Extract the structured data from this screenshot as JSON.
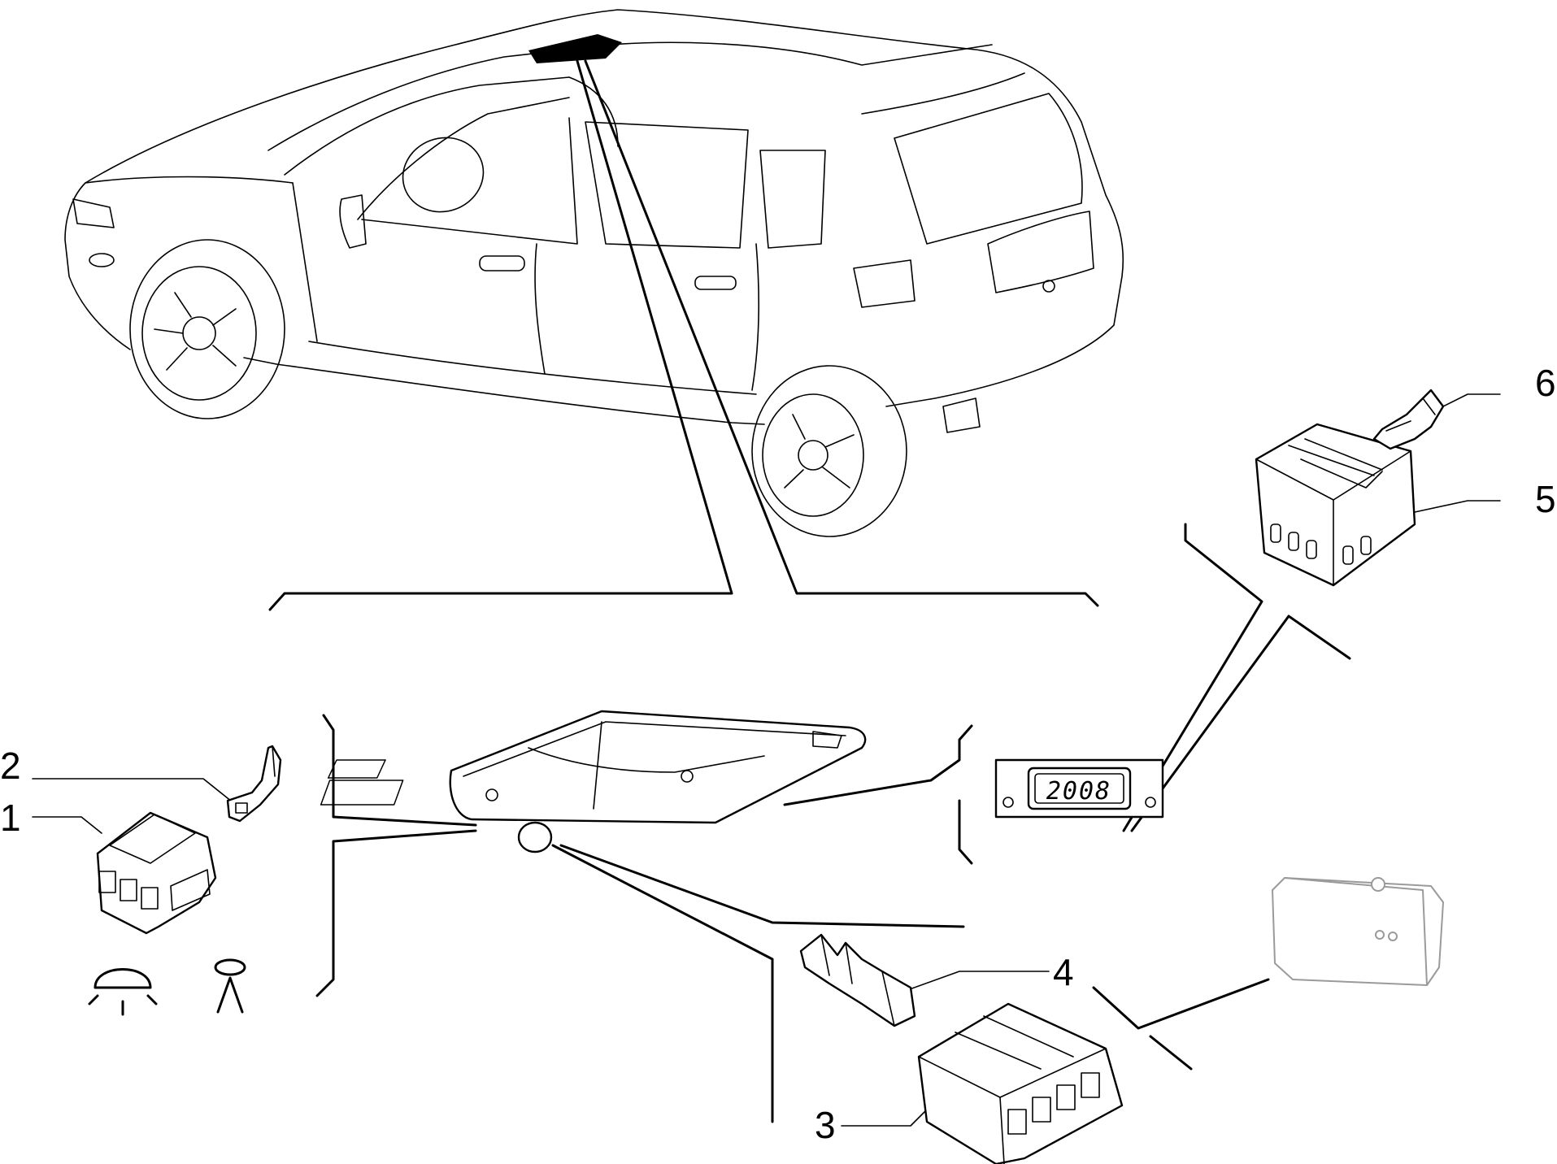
{
  "callouts": [
    {
      "id": "1",
      "label": "1"
    },
    {
      "id": "2",
      "label": "2"
    },
    {
      "id": "3",
      "label": "3"
    },
    {
      "id": "4",
      "label": "4"
    },
    {
      "id": "5",
      "label": "5"
    },
    {
      "id": "6",
      "label": "6"
    }
  ],
  "clock_display": "2008",
  "icons": [
    "dome-lamp-icon",
    "spot-lamp-icon"
  ]
}
